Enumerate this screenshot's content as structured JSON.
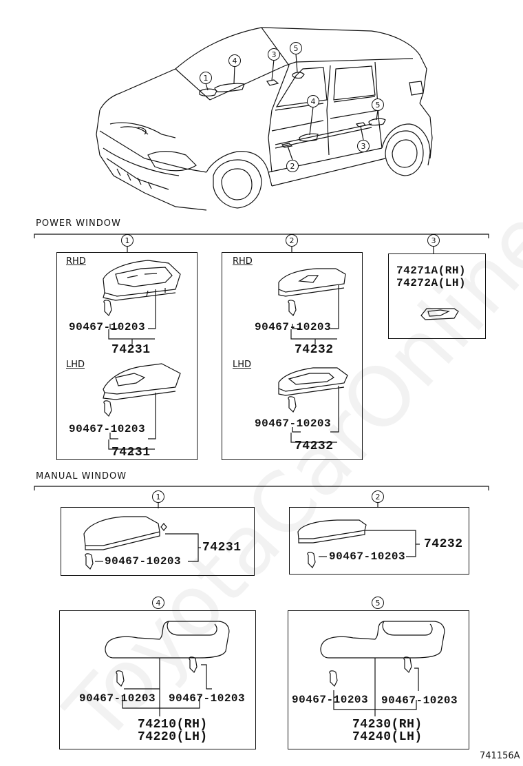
{
  "watermark": "ToyotaCarOnline.ru",
  "figure_number": "741156A",
  "car_callouts": [
    "1",
    "2",
    "3",
    "4",
    "5"
  ],
  "power_window": {
    "title": "POWER WINDOW",
    "col1": {
      "ref": "1",
      "rhd_label": "RHD",
      "lhd_label": "LHD",
      "rhd_clip": "90467-10203",
      "rhd_part": "74231",
      "lhd_clip": "90467-10203",
      "lhd_part": "74231"
    },
    "col2": {
      "ref": "2",
      "rhd_label": "RHD",
      "lhd_label": "LHD",
      "rhd_clip": "90467-10203",
      "rhd_part": "74232",
      "lhd_clip": "90467-10203",
      "lhd_part": "74232"
    },
    "col3": {
      "ref": "3",
      "part_rh": "74271A(RH)",
      "part_lh": "74272A(LH)"
    }
  },
  "manual_window": {
    "title": "MANUAL WINDOW",
    "col1": {
      "ref": "1",
      "clip": "90467-10203",
      "part": "74231"
    },
    "col2": {
      "ref": "2",
      "clip": "90467-10203",
      "part": "74232"
    }
  },
  "armrests": {
    "col4": {
      "ref": "4",
      "clip_left": "90467-10203",
      "clip_right": "90467-10203",
      "part_rh": "74210(RH)",
      "part_lh": "74220(LH)"
    },
    "col5": {
      "ref": "5",
      "clip_left": "90467-10203",
      "clip_right": "90467-10203",
      "part_rh": "74230(RH)",
      "part_lh": "74240(LH)"
    }
  }
}
